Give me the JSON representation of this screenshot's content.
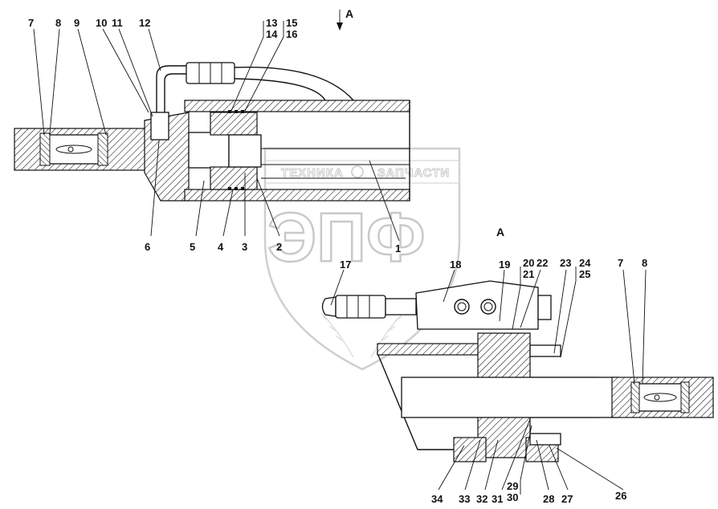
{
  "view_marks": {
    "arrow_label": "A",
    "view_label": "A"
  },
  "watermark": {
    "top_text_left": "ТЕХНИКА",
    "top_text_right": "ЗАПЧАСТИ",
    "big_text": "ЭПФ"
  },
  "callouts_top": [
    {
      "id": "c7",
      "text": "7"
    },
    {
      "id": "c8",
      "text": "8"
    },
    {
      "id": "c9",
      "text": "9"
    },
    {
      "id": "c10",
      "text": "10"
    },
    {
      "id": "c11",
      "text": "11"
    },
    {
      "id": "c12",
      "text": "12"
    },
    {
      "id": "c13",
      "text": "13"
    },
    {
      "id": "c14",
      "text": "14"
    },
    {
      "id": "c15",
      "text": "15"
    },
    {
      "id": "c16",
      "text": "16"
    },
    {
      "id": "c6",
      "text": "6"
    },
    {
      "id": "c5",
      "text": "5"
    },
    {
      "id": "c4",
      "text": "4"
    },
    {
      "id": "c3",
      "text": "3"
    },
    {
      "id": "c2",
      "text": "2"
    },
    {
      "id": "c1",
      "text": "1"
    }
  ],
  "callouts_view": [
    {
      "id": "v17",
      "text": "17"
    },
    {
      "id": "v18",
      "text": "18"
    },
    {
      "id": "v19",
      "text": "19"
    },
    {
      "id": "v20",
      "text": "20"
    },
    {
      "id": "v21",
      "text": "21"
    },
    {
      "id": "v22",
      "text": "22"
    },
    {
      "id": "v23",
      "text": "23"
    },
    {
      "id": "v24",
      "text": "24"
    },
    {
      "id": "v25",
      "text": "25"
    },
    {
      "id": "v7",
      "text": "7"
    },
    {
      "id": "v8",
      "text": "8"
    },
    {
      "id": "v34",
      "text": "34"
    },
    {
      "id": "v33",
      "text": "33"
    },
    {
      "id": "v32",
      "text": "32"
    },
    {
      "id": "v31",
      "text": "31"
    },
    {
      "id": "v29",
      "text": "29"
    },
    {
      "id": "v30",
      "text": "30"
    },
    {
      "id": "v28",
      "text": "28"
    },
    {
      "id": "v27",
      "text": "27"
    },
    {
      "id": "v26",
      "text": "26"
    }
  ]
}
